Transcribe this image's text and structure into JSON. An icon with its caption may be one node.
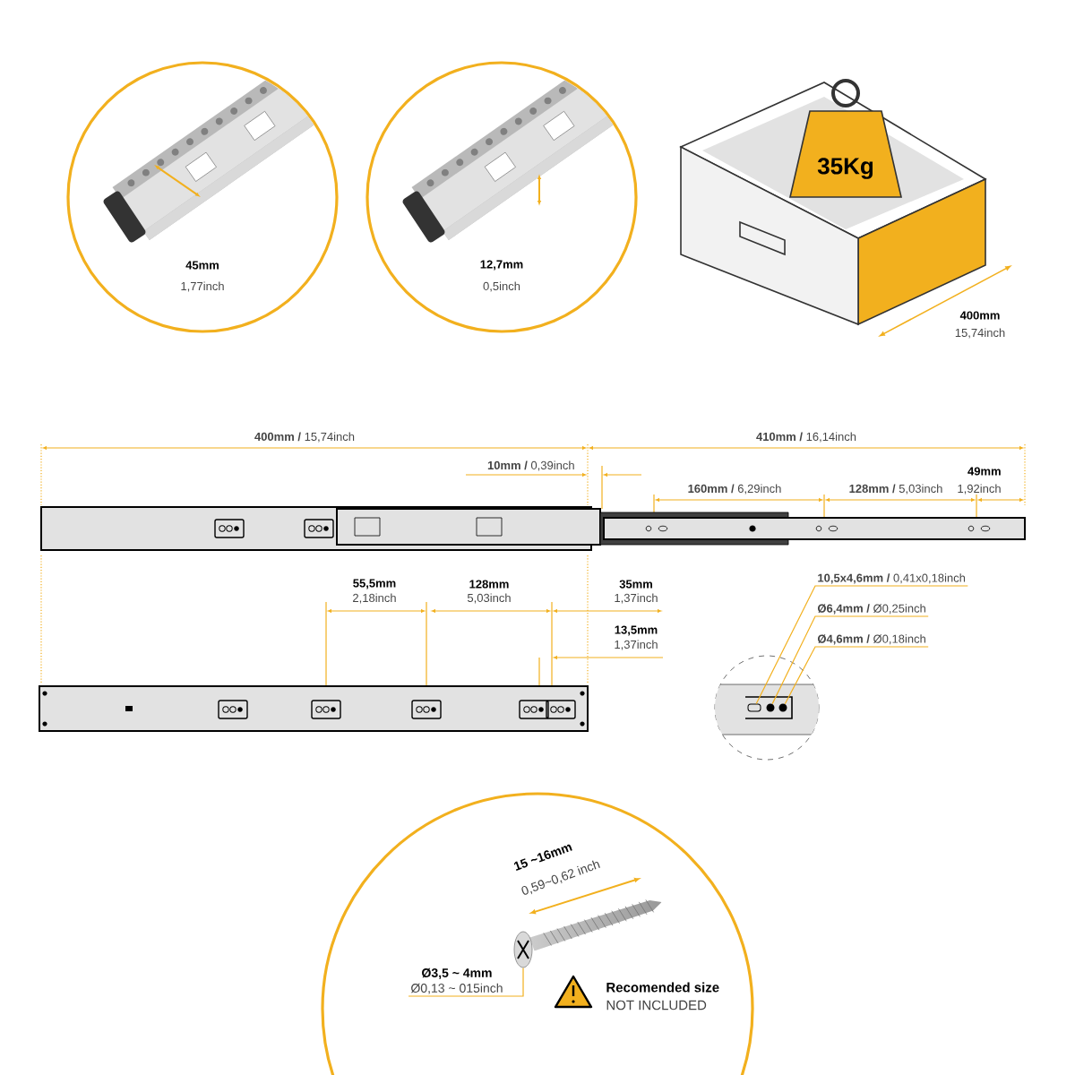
{
  "diagram": {
    "nodes": [
      {
        "text": [
          "**10,5x4,6mm /** 0,41x0,18inch"
        ]
      },
      {
        "text": [
          "**Ø6,4mm /** Ø0,25inch"
        ]
      },
      {
        "text": [
          "**Ø4,6mm /** Ø0,18inch"
        ]
      },
      {
        "text": [],
        "shape": "box"
      },
      {
        "text": [],
        "shape": "circle"
      },
      {
        "text": [],
        "shape": "circle"
      },
      {
        "text": [
          "Ø3,5 ~ 4mm",
          "Ø0,13 ~ 015inch"
        ]
      },
      {
        "text": [],
        "shape": "picture"
      }
    ],
    "edges": [
      {
        "from": 0,
        "to": 3,
        "arrow": "none"
      },
      {
        "from": 1,
        "to": 4,
        "arrow": "none"
      },
      {
        "from": 2,
        "to": 5,
        "arrow": "none"
      },
      {
        "from": 6,
        "to": 7,
        "arrow": "none"
      }
    ],
    "labels": [
      "45mm",
      "1,77inch",
      "12,7mm",
      "0,5inch",
      "35Kg",
      "400mm",
      "15,74inch",
      "**400mm /** 15,74inch",
      "**410mm /** 16,14inch",
      "**10mm /** 0,39inch",
      "**160mm /** 6,29inch",
      "**128mm /** 5,03inch",
      "49mm",
      "1,92inch",
      "55,5mm",
      "2,18inch",
      "128mm",
      "5,03inch",
      "35mm",
      "1,37inch",
      "13,5mm",
      "1,37inch",
      "15 ~16mm",
      "0,59~0,62 inch",
      "Recomended size",
      "NOT INCLUDED"
    ]
  }
}
